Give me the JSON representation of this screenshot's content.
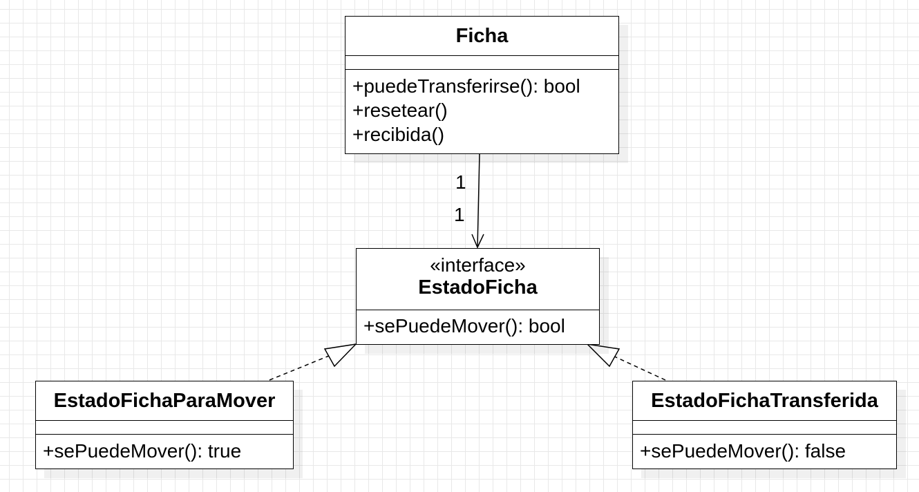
{
  "classes": {
    "ficha": {
      "name": "Ficha",
      "methods": [
        "+puedeTransferirse(): bool",
        "+resetear()",
        "+recibida()"
      ]
    },
    "estado_ficha": {
      "stereotype": "«interface»",
      "name": "EstadoFicha",
      "methods": [
        "+sePuedeMover(): bool"
      ]
    },
    "para_mover": {
      "name": "EstadoFichaParaMover",
      "methods": [
        "+sePuedeMover(): true"
      ]
    },
    "transferida": {
      "name": "EstadoFichaTransferida",
      "methods": [
        "+sePuedeMover(): false"
      ]
    }
  },
  "association": {
    "source_multiplicity": "1",
    "target_multiplicity": "1"
  }
}
